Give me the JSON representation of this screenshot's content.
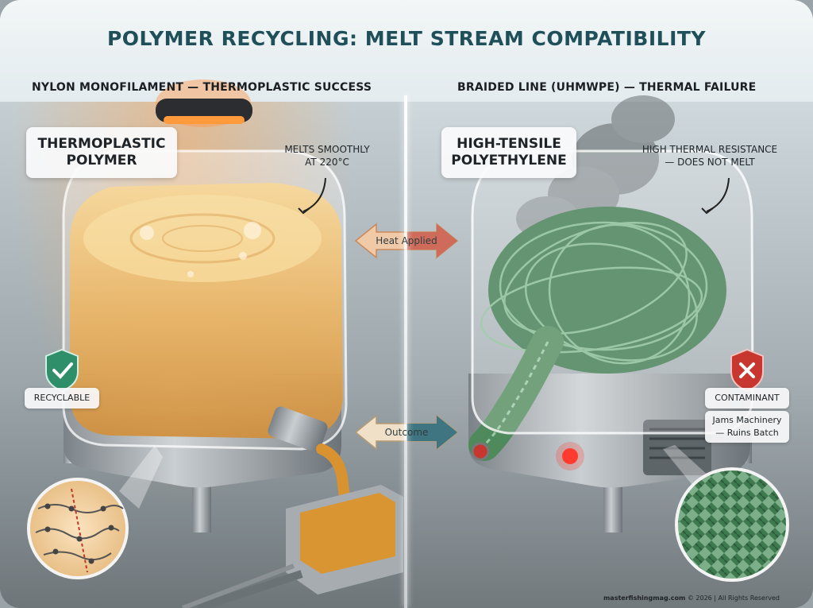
{
  "title": "POLYMER RECYCLING: MELT STREAM COMPATIBILITY",
  "left": {
    "subtitle": "NYLON MONOFILAMENT — THERMOPLASTIC SUCCESS",
    "label_line1": "THERMOPLASTIC",
    "label_line2": "POLYMER",
    "note_line1": "MELTS SMOOTHLY",
    "note_line2": "AT 220°C",
    "badge": "RECYCLABLE"
  },
  "right": {
    "subtitle": "BRAIDED LINE (UHMWPE) — THERMAL FAILURE",
    "label_line1": "HIGH-TENSILE",
    "label_line2": "POLYETHYLENE",
    "note_line1": "HIGH THERMAL RESISTANCE",
    "note_line2": "— DOES NOT MELT",
    "badge": "CONTAMINANT",
    "detail_line1": "Jams Machinery",
    "detail_line2": "— Ruins Batch"
  },
  "arrows": {
    "top": "Heat Applied",
    "bottom": "Outcome"
  },
  "footer": {
    "site": "masterfishingmag.com",
    "rights": "© 2026 | All Rights Reserved"
  },
  "colors": {
    "title": "#1f4f59",
    "melt": "#e3a03c",
    "braid": "#4f8a5c",
    "success": "#2f8f6a",
    "failure": "#c8372f"
  }
}
